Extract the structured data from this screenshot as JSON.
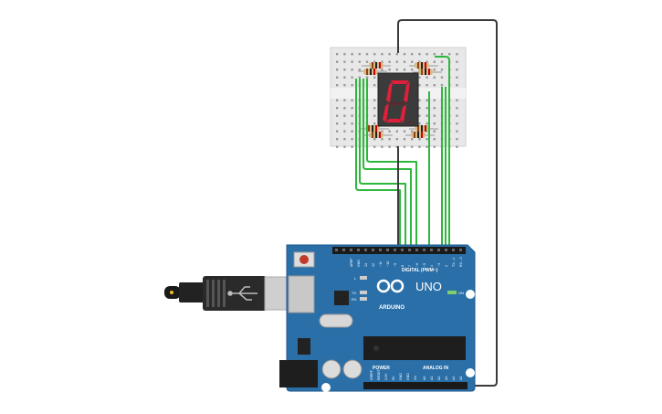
{
  "board": {
    "logo_text": "ARDUINO",
    "model": "UNO",
    "digital_label": "DIGITAL (PWM~)",
    "power_label": "POWER",
    "analog_label": "ANALOG IN",
    "on_label": "ON",
    "l_label": "L",
    "tx_label": "TX",
    "rx_label": "RX",
    "aref_label": "AREF",
    "gnd_label": "GND",
    "pin_labels": [
      "13",
      "12",
      "~11",
      "~10",
      "~9",
      "8",
      "7",
      "~6",
      "~5",
      "4",
      "~3",
      "2",
      "TX→1",
      "RX←0"
    ],
    "power_pins": [
      "IOREF",
      "RESET",
      "3.3V",
      "5V",
      "GND",
      "GND",
      "Vin"
    ],
    "analog_pins": [
      "A0",
      "A1",
      "A2",
      "A3",
      "A4",
      "A5"
    ]
  },
  "display": {
    "digit": "0"
  },
  "colors": {
    "board": "#2a6fa8",
    "board_edge": "#1e5a8c",
    "wire_green": "#2db83d",
    "wire_dark": "#3a3a3a",
    "breadboard": "#e6e6e6",
    "segment_on": "#e0203a",
    "segment_off": "#5a2a2e"
  },
  "icons": [
    "usb-connector-icon",
    "reset-button-icon",
    "arduino-logo-icon",
    "seven-segment-display-icon",
    "resistor-icon"
  ]
}
